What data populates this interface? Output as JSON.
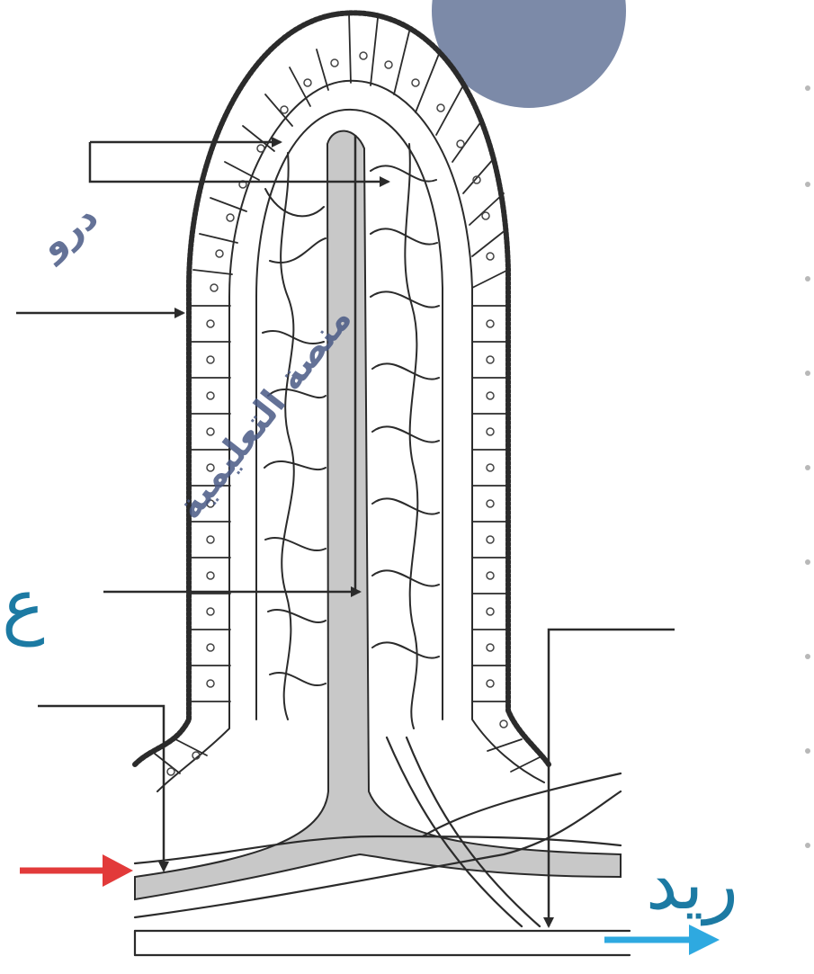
{
  "watermark": {
    "arabic_text": "منصة التعليمية",
    "brand_mark": "درو",
    "color": "#4a5a86",
    "circle_color": "#7c8aa8"
  },
  "handwriting": {
    "left_note": "ع",
    "bottom_right_note": "ريد",
    "color": "#1c7aa3"
  },
  "arrows": {
    "inflow_color": "#e23a3a",
    "outflow_color": "#2ea9e0",
    "label_line_color": "#2b2b2b"
  },
  "colors": {
    "background": "#ffffff",
    "lacteal_fill": "#c8c8c8",
    "outline": "#2b2b2b"
  }
}
